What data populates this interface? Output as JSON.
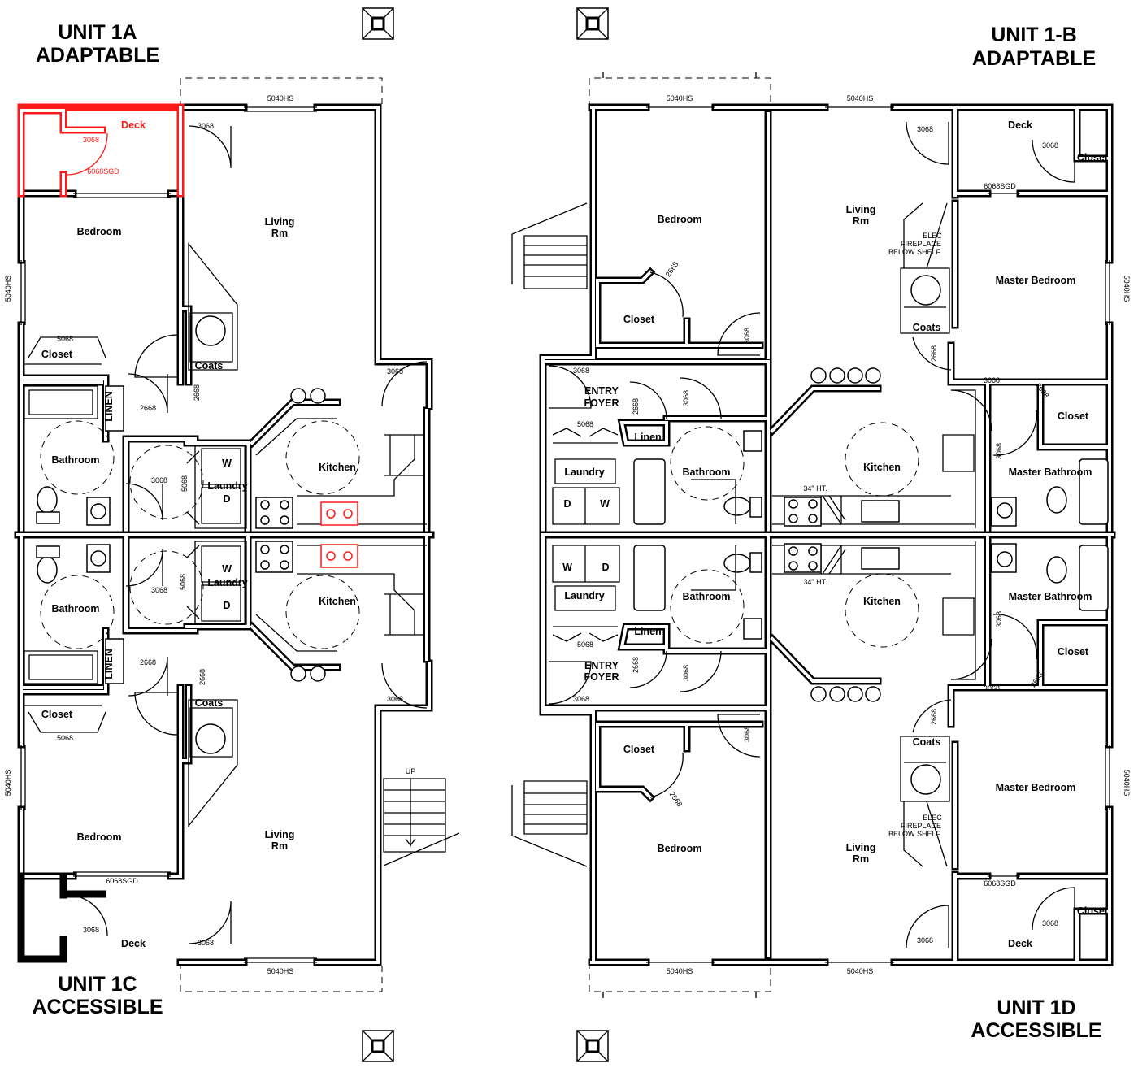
{
  "titles": {
    "unit_1a": [
      "UNIT 1A",
      "ADAPTABLE"
    ],
    "unit_1b": [
      "UNIT 1-B",
      "ADAPTABLE"
    ],
    "unit_1c": [
      "UNIT 1C",
      "ACCESSIBLE"
    ],
    "unit_1d": [
      "UNIT 1D",
      "ACCESSIBLE"
    ]
  },
  "highlight_color": "#ff1a1a",
  "unit_1a": {
    "labels": [
      "Deck",
      "3068",
      "6068SGD",
      "5040HS",
      "3068",
      "Bedroom",
      "Living",
      "Rm",
      "5040HS",
      "5068",
      "Closet",
      "Coats",
      "2668",
      "3068",
      "LINEN",
      "2668",
      "Bathroom",
      "3068",
      "5068",
      "W",
      "Laundry",
      "D",
      "Kitchen"
    ]
  },
  "unit_1c": {
    "labels": [
      "Kitchen",
      "W",
      "Laundry",
      "D",
      "Bathroom",
      "3068",
      "5068",
      "LINEN",
      "2668",
      "2668",
      "Coats",
      "Closet",
      "5068",
      "3068",
      "5040HS",
      "UP",
      "Bedroom",
      "Living",
      "Rm",
      "6068SGD",
      "3068",
      "Deck",
      "3068",
      "5040HS"
    ]
  },
  "unit_1b": {
    "labels": [
      "5040HS",
      "5040HS",
      "Deck",
      "3068",
      "3068",
      "Closet",
      "6068SGD",
      "Bedroom",
      "Living",
      "Rm",
      "ELEC",
      "FIREPLACE",
      "BELOW SHELF",
      "2668",
      "Master Bedroom",
      "5040HS",
      "Closet",
      "3068",
      "Coats",
      "2668",
      "3068",
      "ENTRY",
      "FOYER",
      "3068",
      "2668",
      "2668",
      "3068",
      "Closet",
      "5068",
      "Linen",
      "Kitchen",
      "3068",
      "Laundry",
      "Bathroom",
      "Master Bathroom",
      "34\" HT.",
      "D",
      "W"
    ]
  },
  "unit_1d": {
    "labels": [
      "W",
      "D",
      "Laundry",
      "Bathroom",
      "Kitchen",
      "Master Bathroom",
      "34\" HT.",
      "3068",
      "Linen",
      "5068",
      "Closet",
      "2668",
      "3068",
      "ENTRY",
      "FOYER",
      "2668",
      "3068",
      "3068",
      "2668",
      "Coats",
      "Closet",
      "3068",
      "2668",
      "Master Bedroom",
      "5040HS",
      "ELEC",
      "FIREPLACE",
      "BELOW SHELF",
      "Bedroom",
      "Living",
      "Rm",
      "6068SGD",
      "Closet",
      "3068",
      "3068",
      "Deck",
      "5040HS",
      "5040HS"
    ]
  }
}
